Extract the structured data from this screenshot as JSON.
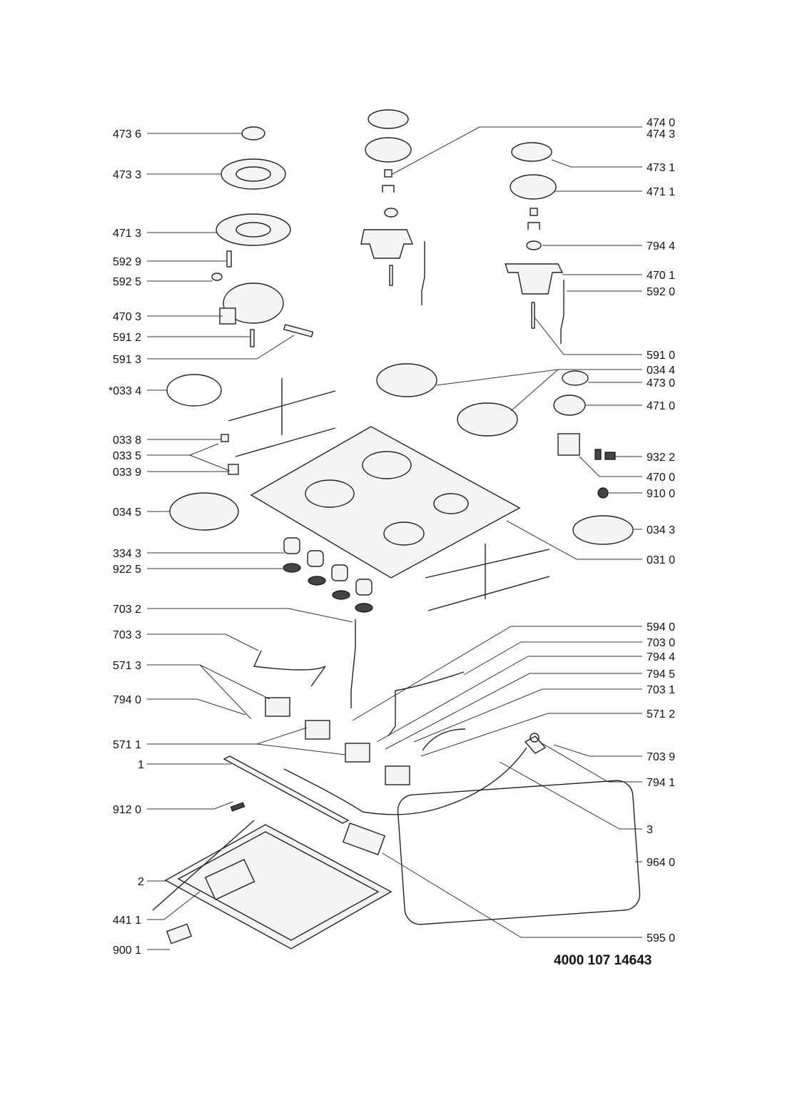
{
  "document_code": "4000 107 14643",
  "labels_left": [
    "473 6",
    "473 3",
    "471 3",
    "592 9",
    "592 5",
    "470 3",
    "591 2",
    "591 3",
    "*033 4",
    "033 8",
    "033 5",
    "033 9",
    "034 5",
    "334 3",
    "922 5",
    "703 2",
    "703 3",
    "571 3",
    "794 0",
    "571 1",
    "1",
    "912 0",
    "2",
    "441 1",
    "900 1"
  ],
  "labels_right": [
    "474 0",
    "474 3",
    "473 1",
    "471 1",
    "794 4",
    "470 1",
    "592 0",
    "591 0",
    "034 4",
    "473 0",
    "471 0",
    "932 2",
    "470 0",
    "910 0",
    "034 3",
    "031 0",
    "594 0",
    "703 0",
    "794 4",
    "794 5",
    "703 1",
    "571 2",
    "703 9",
    "794 1",
    "3",
    "964 0",
    "595 0"
  ]
}
